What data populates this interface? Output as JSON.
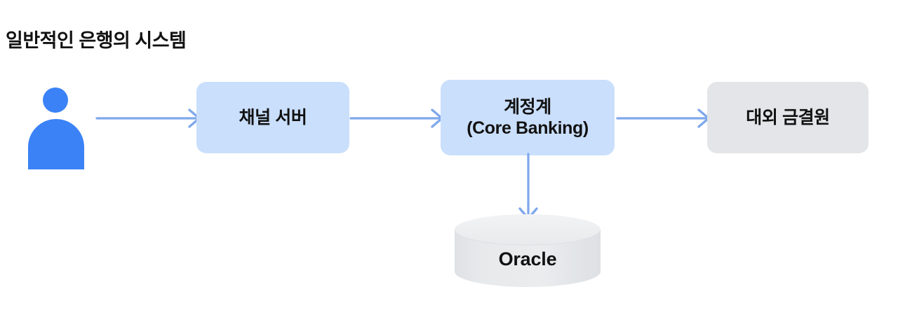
{
  "diagram": {
    "title": "일반적인 은행의 시스템",
    "colors": {
      "box_blue": "#CADFFC",
      "box_gray": "#E3E5E8",
      "arrow_blue": "#7FA8EC",
      "actor_blue": "#3B82F6",
      "cylinder_gray": "#E6E8EA",
      "text": "#121212",
      "background": "#FFFFFF"
    },
    "actor": {
      "name": "user",
      "icon": "person-icon"
    },
    "nodes": [
      {
        "id": "channel-server",
        "label": "채널 서버",
        "shape": "rounded-rect",
        "fill": "#CADFFC"
      },
      {
        "id": "core-banking",
        "label_line_1": "계정계",
        "label_line_2": "(Core Banking)",
        "shape": "rounded-rect",
        "fill": "#CADFFC"
      },
      {
        "id": "external-clearing",
        "label": "대외 금결원",
        "shape": "rounded-rect",
        "fill": "#E3E5E8"
      },
      {
        "id": "oracle-db",
        "label": "Oracle",
        "shape": "cylinder",
        "fill": "#E6E8EA"
      }
    ],
    "edges": [
      {
        "id": "user-to-channel",
        "from": "user",
        "to": "channel-server",
        "direction": "right"
      },
      {
        "id": "channel-to-core",
        "from": "channel-server",
        "to": "core-banking",
        "direction": "right"
      },
      {
        "id": "core-to-external",
        "from": "core-banking",
        "to": "external-clearing",
        "direction": "right"
      },
      {
        "id": "core-to-oracle",
        "from": "core-banking",
        "to": "oracle-db",
        "direction": "down"
      }
    ]
  }
}
